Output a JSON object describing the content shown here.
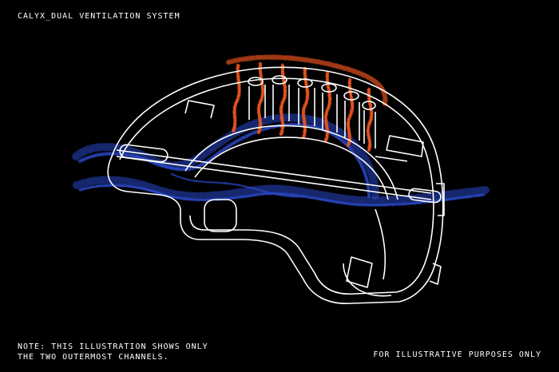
{
  "header": {
    "title": "CALYX_DUAL VENTILATION SYSTEM"
  },
  "footer": {
    "note_line1": "NOTE: THIS ILLUSTRATION SHOWS ONLY",
    "note_line2": "THE TWO OUTERMOST CHANNELS.",
    "disclaimer": "FOR ILLUSTRATIVE PURPOSES ONLY"
  },
  "colors": {
    "background": "#000000",
    "outline": "#ffffff",
    "airflow_hot": "#e2531f",
    "airflow_cool": "#2a49c9"
  },
  "diagram": {
    "subject": "helmet-cross-section",
    "channels_shown": 2
  }
}
